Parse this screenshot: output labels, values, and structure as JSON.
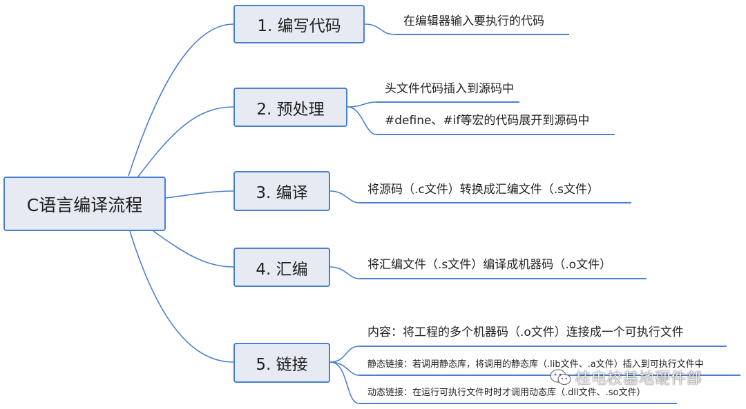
{
  "root": {
    "label": "C语言编译流程"
  },
  "steps": [
    {
      "label": "1. 编写代码",
      "details": [
        "在编辑器输入要执行的代码"
      ]
    },
    {
      "label": "2. 预处理",
      "details": [
        "头文件代码插入到源码中",
        "#define、#if等宏的代码展开到源码中"
      ]
    },
    {
      "label": "3. 编译",
      "details": [
        "将源码（.c文件）转换成汇编文件（.s文件）"
      ]
    },
    {
      "label": "4. 汇编",
      "details": [
        "将汇编文件（.s文件）编译成机器码（.o文件）"
      ]
    },
    {
      "label": "5. 链接",
      "details": [
        "内容：将工程的多个机器码（.o文件）连接成一个可执行文件",
        "静态链接：若调用静态库，将调用的静态库（.lib文件、.a文件）插入到可执行文件中",
        "动态链接：在运行可执行文件时时才调用动态库（.dll文件、.so文件）"
      ]
    }
  ],
  "watermark": {
    "text": "桂电校基地硬件部",
    "icon": "wechat-icon"
  },
  "colors": {
    "line": "#4a7fd0",
    "node_fill": "#e6eaf3",
    "node_border": "#4a7fd0"
  }
}
